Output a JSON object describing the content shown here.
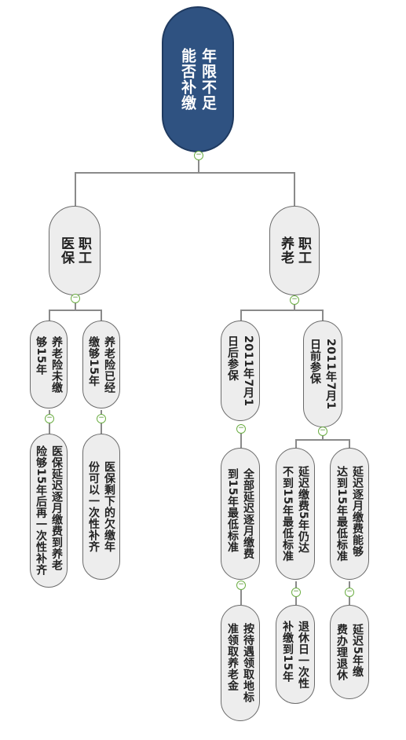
{
  "root": {
    "line1": "年限不足",
    "line2": "能否补缴"
  },
  "branches": {
    "pension": {
      "line1": "职工",
      "line2": "养老",
      "before_2011": {
        "line1": "2011年7月1",
        "line2": "日前参保",
        "option_a": {
          "line1": "延迟逐月缴费能够",
          "line2": "达到15年最低标准"
        },
        "option_a_result": {
          "line1": "延迟5年缴",
          "line2": "费办理退休"
        },
        "option_b": {
          "line1": "延迟缴费5年仍达",
          "line2": "不到15年最低标准"
        },
        "option_b_result": {
          "line1": "退休日一次性",
          "line2": "补缴到15年"
        }
      },
      "after_2011": {
        "line1": "2011年7月1",
        "line2": "日后参保",
        "option": {
          "line1": "全部延迟逐月缴费",
          "line2": "到15年最低标准"
        },
        "option_result": {
          "line1": "按待遇领取地标",
          "line2": "准领取养老金"
        }
      }
    },
    "medical": {
      "line1": "职工",
      "line2": "医保",
      "enough": {
        "line1": "养老险已经",
        "line2": "缴够15年",
        "result": {
          "line1": "医保剩下的欠缴年",
          "line2": "份可以一次性补齐"
        }
      },
      "not_enough": {
        "line1": "养老险未缴",
        "line2": "够15年",
        "result": {
          "line1": "医保延迟逐月缴费到养老",
          "line2": "险够15年后再一次性补齐"
        }
      }
    }
  },
  "colors": {
    "root_fill": "#2f5281",
    "node_fill": "#ededed",
    "knob_green": "#6cae44",
    "connector": "#8a8a8a"
  },
  "icons": {
    "collapse_knob": "minus-circle-icon",
    "knob_glyph": "−"
  }
}
